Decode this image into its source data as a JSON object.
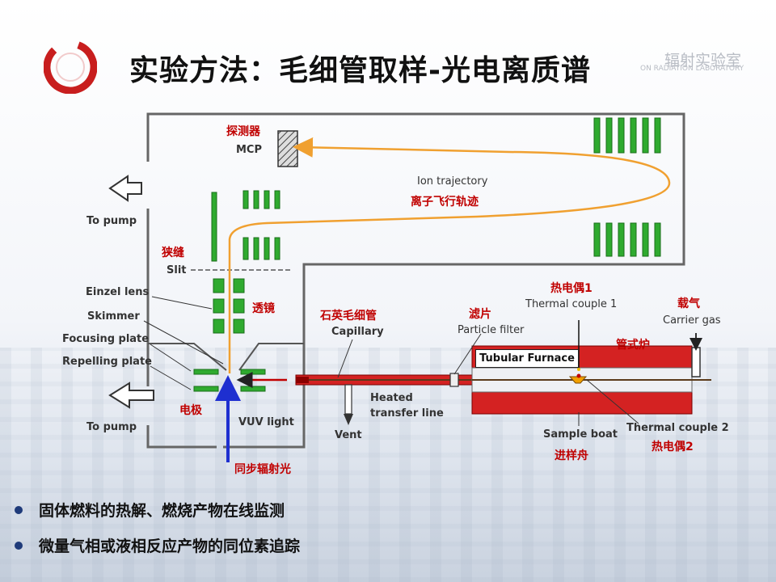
{
  "slide": {
    "title": "实验方法：毛细管取样-光电离质谱",
    "lab_name_cn": "辐射实验室",
    "lab_name_en": "ON RADIATION LABORATORY"
  },
  "colors": {
    "accent_red": "#c00000",
    "electrode_green": "#2faa2f",
    "trajectory_orange": "#f0a030",
    "vuv_blue": "#1e2fd0",
    "furnace_red": "#d42222"
  },
  "diagram": {
    "labels": {
      "detector_cn": "探测器",
      "detector_en": "MCP",
      "trajectory_en": "Ion trajectory",
      "trajectory_cn": "离子飞行轨迹",
      "pump_top": "To pump",
      "pump_bottom": "To pump",
      "slit_cn": "狭缝",
      "slit_en": "Slit",
      "einzel_en": "Einzel lens",
      "lens_cn": "透镜",
      "skimmer_en": "Skimmer",
      "focusing_en": "Focusing plate",
      "repelling_en": "Repelling plate",
      "electrode_cn": "电极",
      "vuv_en": "VUV light",
      "synchrotron_cn": "同步辐射光",
      "capillary_cn": "石英毛细管",
      "capillary_en": "Capillary",
      "heated_line_en_1": "Heated",
      "heated_line_en_2": "transfer line",
      "vent_en": "Vent",
      "filter_cn": "滤片",
      "filter_en": "Particle filter",
      "tc1_cn": "热电偶1",
      "tc1_en": "Thermal couple 1",
      "furnace_en": "Tubular Furnace",
      "furnace_cn": "管式炉",
      "carrier_cn": "载气",
      "carrier_en": "Carrier gas",
      "boat_en": "Sample boat",
      "boat_cn": "进样舟",
      "tc2_en": "Thermal couple 2",
      "tc2_cn": "热电偶2"
    }
  },
  "bullets": [
    "固体燃料的热解、燃烧产物在线监测",
    "微量气相或液相反应产物的同位素追踪"
  ]
}
